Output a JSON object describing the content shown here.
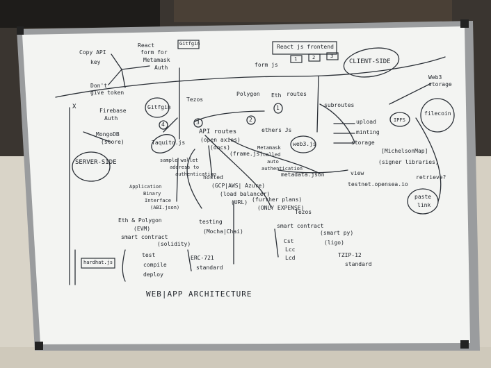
{
  "board": {
    "title": "WEB|APP ARCHITECTURE",
    "client_side": "CLIENT-SIDE",
    "server_side": "SERVER-SIDE",
    "top_left": [
      "Copy API",
      "key",
      "Don't",
      "give token",
      "React",
      "form for",
      "Metamask",
      "Auth",
      "Gitfgin"
    ],
    "react_frontend": [
      "React js frontend",
      "form js"
    ],
    "boxes": [
      "1",
      "2",
      "3"
    ],
    "numbers": [
      "1",
      "2",
      "3",
      "4"
    ],
    "middle_row": [
      "Gitfgin",
      "Tezos",
      "Polygon",
      "Eth",
      "routes"
    ],
    "subroutes": [
      "subroutes",
      "upload",
      "minting",
      "storage"
    ],
    "web3": [
      "Web3",
      "storage",
      "IPFS",
      "filecoin"
    ],
    "firebase": [
      "X",
      "Firebase",
      "Auth",
      "MongoDB",
      "(store)"
    ],
    "api": [
      "API routes",
      "(open axios)",
      "(docs)",
      "ethers Js",
      "web3.js",
      "Taquito.js"
    ],
    "deploy": [
      "sample wallet",
      "address to",
      "authentication",
      "(frame.js)",
      "Metamask",
      "called",
      "auto",
      "authentication",
      "metadata.json",
      "hosted",
      "(GCP|AWS| Azure)",
      "(load balancer)",
      "(URL)",
      "(further plans)",
      "(ONLY EXPENSE)"
    ],
    "market": [
      "[MichelsonMap]",
      "(signer libraries)",
      "view",
      "testnet.opensea.io",
      "retrieve?",
      "paste",
      "link"
    ],
    "bottom_left": [
      "Application",
      "Binary",
      "Interface",
      "(ABI.json)",
      "Eth & Polygon",
      "(EVM)",
      "smart contract",
      "(solidity)",
      "hardhat.js",
      "test",
      "compile",
      "deploy",
      "ERC-721",
      "standard"
    ],
    "bottom_mid": [
      "testing",
      "(Mocha|Chai)",
      "Tezos",
      "smart contract",
      "(smart py)",
      "(ligo)",
      "Cst",
      "Lcc",
      "Lcd",
      "TZIP-12",
      "standard"
    ]
  }
}
